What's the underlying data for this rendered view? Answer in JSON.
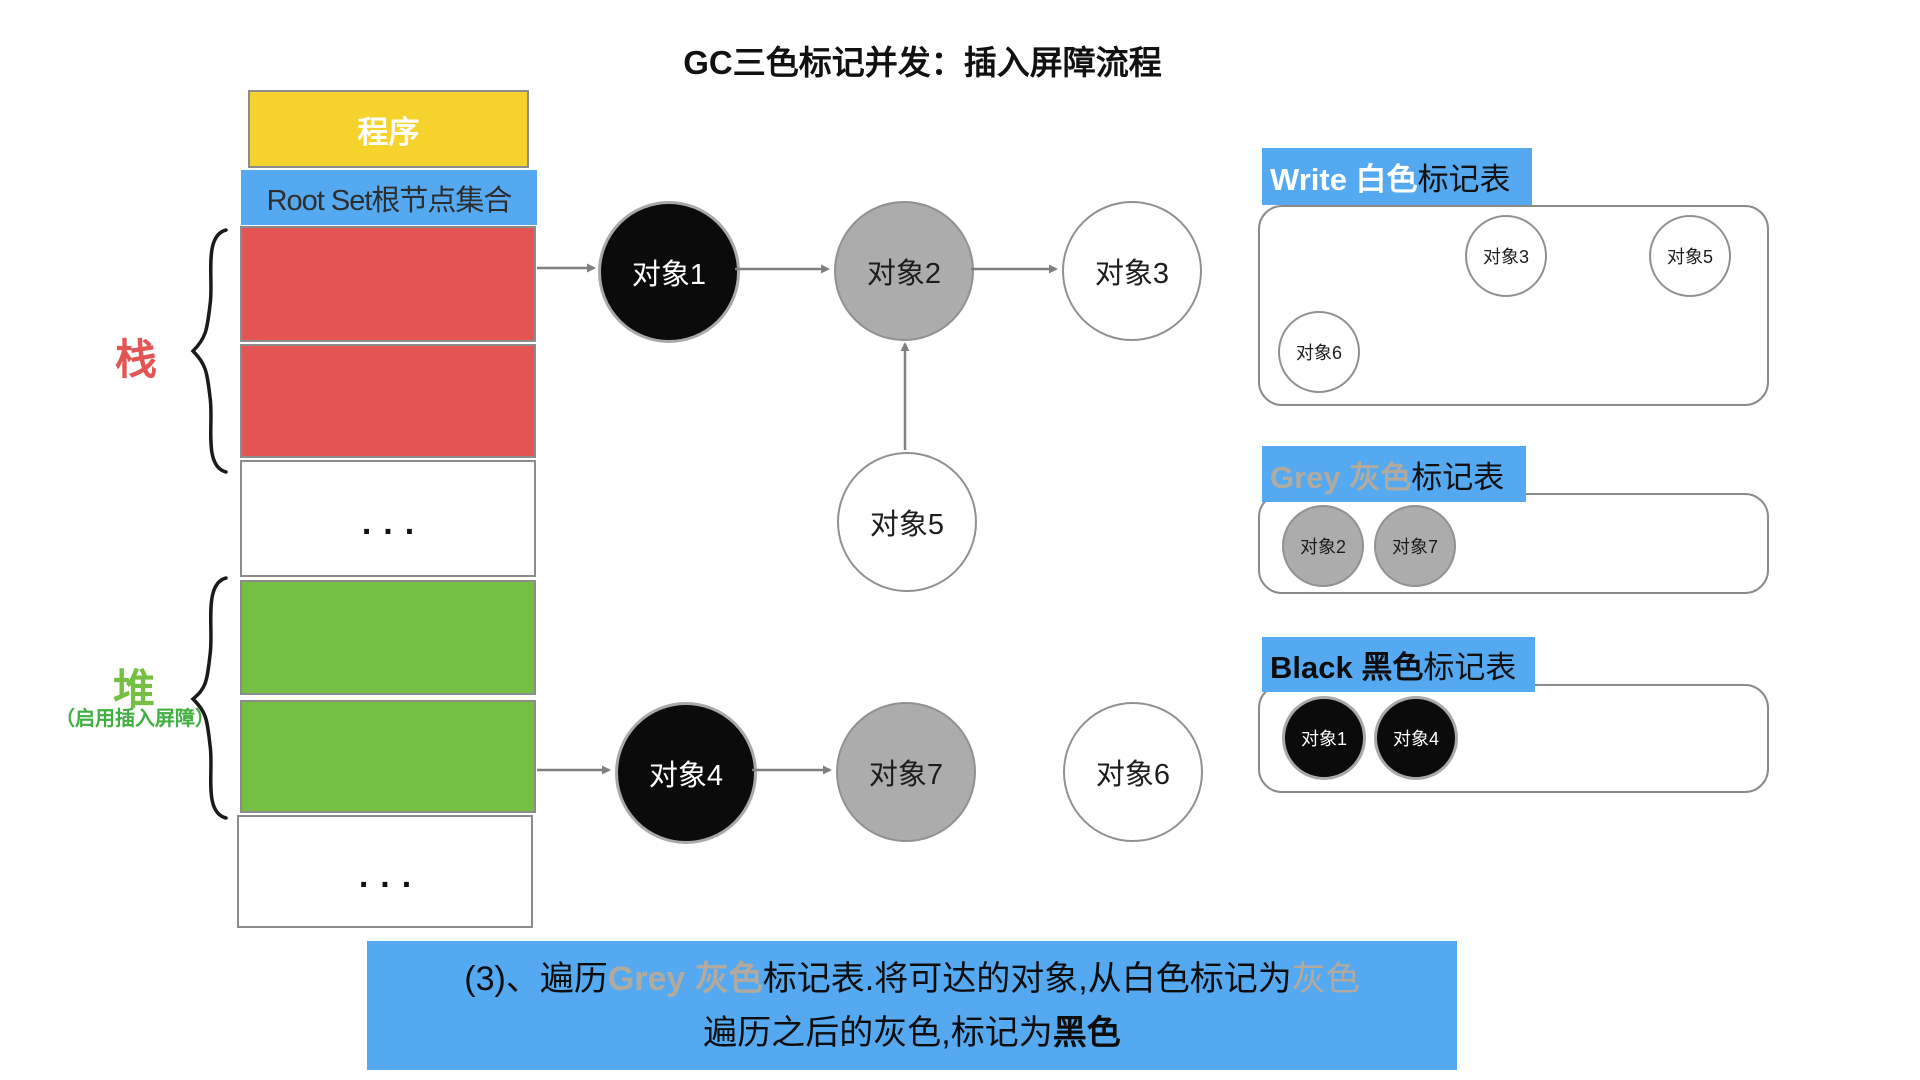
{
  "title": "GC三色标记并发：插入屏障流程",
  "memory": {
    "program": "程序",
    "root_set": "Root Set根节点集合",
    "ellipsis": "...",
    "stack_label": "栈",
    "heap_label": "堆",
    "heap_note": "（启用插入屏障）"
  },
  "graph": {
    "nodes": [
      {
        "label": "对象1",
        "color": "black"
      },
      {
        "label": "对象2",
        "color": "grey"
      },
      {
        "label": "对象3",
        "color": "white"
      },
      {
        "label": "对象5",
        "color": "white"
      },
      {
        "label": "对象4",
        "color": "black"
      },
      {
        "label": "对象7",
        "color": "grey"
      },
      {
        "label": "对象6",
        "color": "white"
      }
    ]
  },
  "tables": {
    "white": {
      "highlight": "Write 白色",
      "rest": "标记表",
      "items": [
        "对象3",
        "对象5",
        "对象6"
      ]
    },
    "grey": {
      "highlight": "Grey 灰色",
      "rest": "标记表",
      "items": [
        "对象2",
        "对象7"
      ]
    },
    "black": {
      "highlight": "Black 黑色",
      "rest": "标记表",
      "items": [
        "对象1",
        "对象4"
      ]
    }
  },
  "banner": {
    "line1_p1": "(3)、遍历",
    "line1_p2": "Grey 灰色",
    "line1_p3": "标记表.将可达的对象,从白色标记为",
    "line1_p4": "灰色",
    "line2_p1": "遍历之后的灰色,标记为",
    "line2_p2": "黑色"
  },
  "colors": {
    "blue": "#55a9f1",
    "red": "#e25552",
    "green": "#75c043",
    "yellow": "#f5d32c",
    "grey_node": "#acacac",
    "black_node": "#0b0b0b",
    "warm_grey_text": "#b2aa9e",
    "arrow": "#7f7f7f"
  }
}
